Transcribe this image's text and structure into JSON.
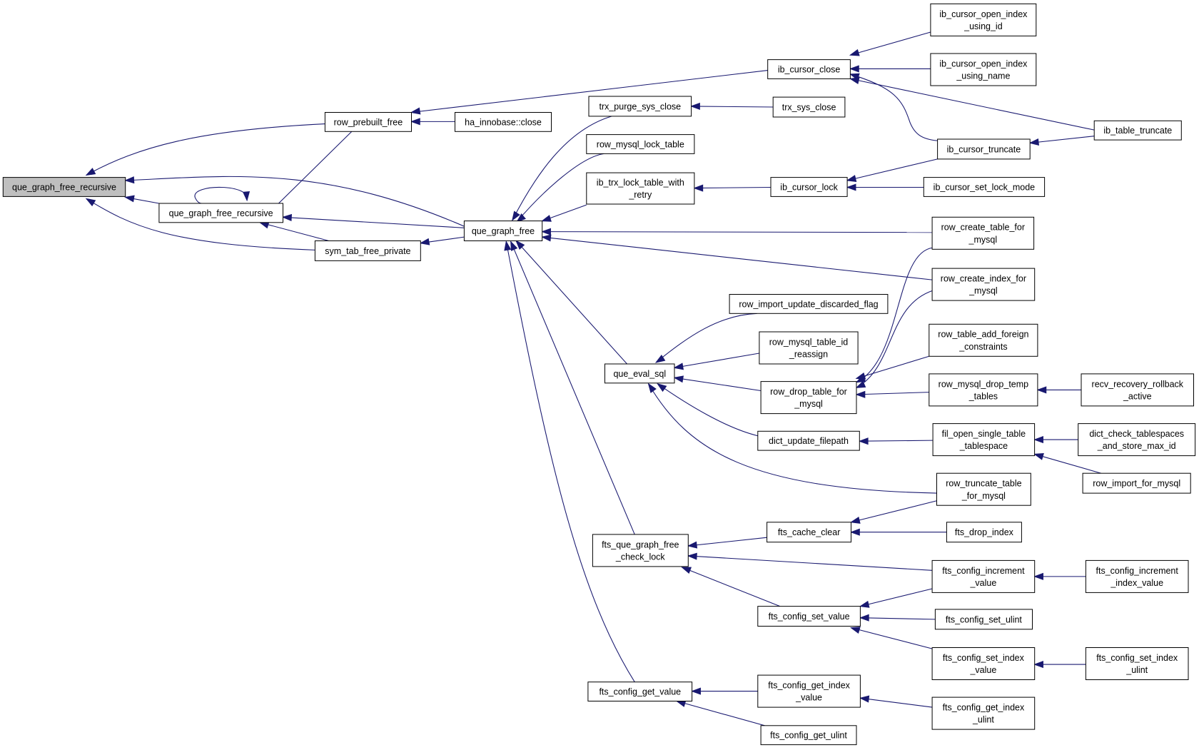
{
  "nodes": {
    "qgfr_root": [
      "que_graph_free_recursive"
    ],
    "qgfr": [
      "que_graph_free_recursive"
    ],
    "row_prebuilt_free": [
      "row_prebuilt_free"
    ],
    "sym_tab_free_private": [
      "sym_tab_free_private"
    ],
    "ha_innobase_close": [
      "ha_innobase::close"
    ],
    "que_graph_free": [
      "que_graph_free"
    ],
    "trx_purge_sys_close": [
      "trx_purge_sys_close"
    ],
    "row_mysql_lock_table": [
      "row_mysql_lock_table"
    ],
    "ib_trx_lock_table_with_retry": [
      "ib_trx_lock_table_with",
      "_retry"
    ],
    "que_eval_sql": [
      "que_eval_sql"
    ],
    "fts_que_graph_free_check_lock": [
      "fts_que_graph_free",
      "_check_lock"
    ],
    "fts_config_get_value": [
      "fts_config_get_value"
    ],
    "ib_cursor_close": [
      "ib_cursor_close"
    ],
    "trx_sys_close": [
      "trx_sys_close"
    ],
    "ib_cursor_lock": [
      "ib_cursor_lock"
    ],
    "row_import_update_discarded_flag": [
      "row_import_update_discarded_flag"
    ],
    "row_mysql_table_id_reassign": [
      "row_mysql_table_id",
      "_reassign"
    ],
    "row_drop_table_for_mysql": [
      "row_drop_table_for",
      "_mysql"
    ],
    "dict_update_filepath": [
      "dict_update_filepath"
    ],
    "fts_cache_clear": [
      "fts_cache_clear"
    ],
    "fts_config_set_value": [
      "fts_config_set_value"
    ],
    "fts_config_get_index_value": [
      "fts_config_get_index",
      "_value"
    ],
    "fts_config_get_ulint": [
      "fts_config_get_ulint"
    ],
    "ib_cursor_open_index_using_id": [
      "ib_cursor_open_index",
      "_using_id"
    ],
    "ib_cursor_open_index_using_name": [
      "ib_cursor_open_index",
      "_using_name"
    ],
    "ib_cursor_truncate": [
      "ib_cursor_truncate"
    ],
    "ib_cursor_set_lock_mode": [
      "ib_cursor_set_lock_mode"
    ],
    "row_create_table_for_mysql": [
      "row_create_table_for",
      "_mysql"
    ],
    "row_create_index_for_mysql": [
      "row_create_index_for",
      "_mysql"
    ],
    "row_table_add_foreign_constraints": [
      "row_table_add_foreign",
      "_constraints"
    ],
    "row_mysql_drop_temp_tables": [
      "row_mysql_drop_temp",
      "_tables"
    ],
    "fil_open_single_table_tablespace": [
      "fil_open_single_table",
      "_tablespace"
    ],
    "row_truncate_table_for_mysql": [
      "row_truncate_table",
      "_for_mysql"
    ],
    "fts_drop_index": [
      "fts_drop_index"
    ],
    "fts_config_increment_value": [
      "fts_config_increment",
      "_value"
    ],
    "fts_config_set_ulint": [
      "fts_config_set_ulint"
    ],
    "fts_config_set_index_value": [
      "fts_config_set_index",
      "_value"
    ],
    "fts_config_get_index_ulint": [
      "fts_config_get_index",
      "_ulint"
    ],
    "ib_table_truncate": [
      "ib_table_truncate"
    ],
    "recv_recovery_rollback_active": [
      "recv_recovery_rollback",
      "_active"
    ],
    "dict_check_tablespaces_and_store_max_id": [
      "dict_check_tablespaces",
      "_and_store_max_id"
    ],
    "row_import_for_mysql": [
      "row_import_for_mysql"
    ],
    "fts_config_increment_index_value": [
      "fts_config_increment",
      "_index_value"
    ],
    "fts_config_set_index_ulint": [
      "fts_config_set_index",
      "_ulint"
    ]
  },
  "colors": {
    "edge": "#191970",
    "root_fill": "#bfbfbf",
    "node_fill": "#ffffff",
    "node_stroke": "#000000"
  }
}
